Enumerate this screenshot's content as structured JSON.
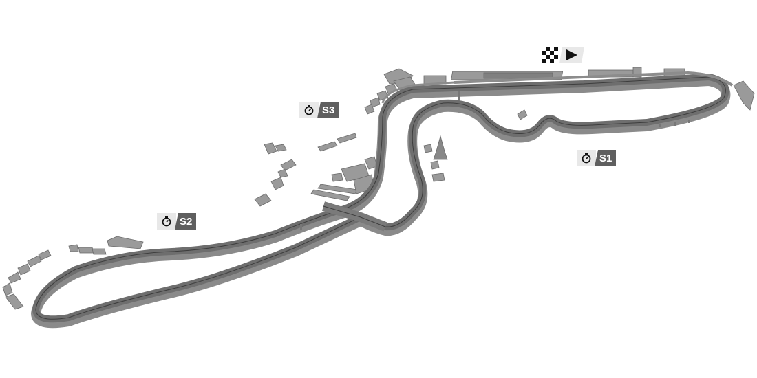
{
  "map": {
    "colors": {
      "track_top": "#6e6e6e",
      "track_side": "#8a8a8a",
      "track_edge": "#3d3d3d",
      "buildings": "#9a9a9a",
      "label_dark": "#5f5f5f",
      "label_light": "#e8e8e8",
      "background": "#ffffff"
    },
    "sectors": [
      {
        "id": "s1",
        "label": "S1",
        "icon": "stopwatch-icon"
      },
      {
        "id": "s2",
        "label": "S2",
        "icon": "stopwatch-icon"
      },
      {
        "id": "s3",
        "label": "S3",
        "icon": "stopwatch-icon"
      }
    ],
    "start_finish": {
      "icon": "checkered-flag-icon",
      "direction_icon": "play-arrow-icon"
    }
  }
}
